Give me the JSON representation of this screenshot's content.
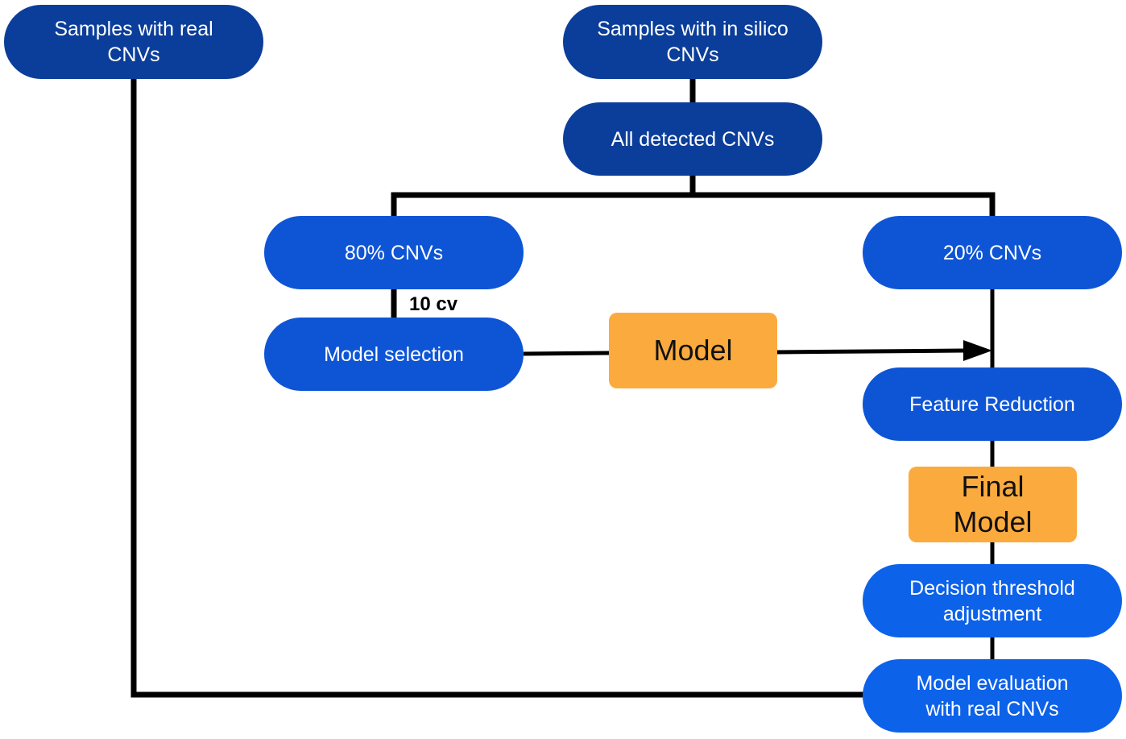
{
  "diagram": {
    "nodes": {
      "samples_real": {
        "label": "Samples with real\nCNVs",
        "color": "#0b3e9a"
      },
      "samples_in_silico": {
        "label": "Samples with in silico\nCNVs",
        "color": "#0b3e9a"
      },
      "all_detected": {
        "label": "All detected CNVs",
        "color": "#0b3e9a"
      },
      "cnvs_80": {
        "label": "80% CNVs",
        "color": "#0e55d6"
      },
      "cnvs_20": {
        "label": "20% CNVs",
        "color": "#0e55d6"
      },
      "model_selection": {
        "label": "Model selection",
        "color": "#0e55d6"
      },
      "model": {
        "label": "Model",
        "color": "#fbab3e"
      },
      "feature_reduction": {
        "label": "Feature Reduction",
        "color": "#0e55d6"
      },
      "final_model": {
        "label": "Final\nModel",
        "color": "#fbab3e"
      },
      "decision_threshold": {
        "label": "Decision threshold\nadjustment",
        "color": "#0d62ea"
      },
      "model_evaluation": {
        "label": "Model evaluation\nwith real CNVs",
        "color": "#0d62ea"
      }
    },
    "edge_labels": {
      "cv": "10 cv"
    },
    "edges": [
      {
        "from": "samples_in_silico",
        "to": "all_detected"
      },
      {
        "from": "all_detected",
        "to": "cnvs_80"
      },
      {
        "from": "all_detected",
        "to": "cnvs_20"
      },
      {
        "from": "cnvs_80",
        "to": "model_selection",
        "label": "10 cv"
      },
      {
        "from": "model_selection",
        "to": "model"
      },
      {
        "from": "model",
        "to": "feature_reduction",
        "arrow": true
      },
      {
        "from": "cnvs_20",
        "to": "feature_reduction"
      },
      {
        "from": "feature_reduction",
        "to": "final_model"
      },
      {
        "from": "final_model",
        "to": "decision_threshold"
      },
      {
        "from": "decision_threshold",
        "to": "model_evaluation"
      },
      {
        "from": "samples_real",
        "to": "model_evaluation"
      }
    ],
    "line_color": "#000000"
  }
}
